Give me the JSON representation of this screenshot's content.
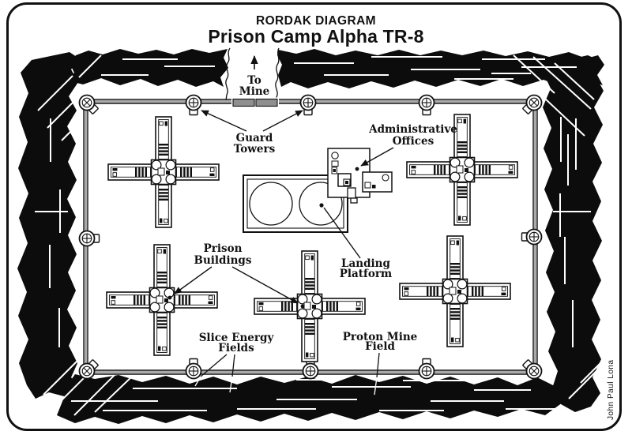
{
  "title": {
    "line1": "RORDAK DIAGRAM",
    "line2": "Prison Camp Alpha TR-8"
  },
  "labels": {
    "to_mine": [
      "To",
      "Mine"
    ],
    "guard_towers": [
      "Guard",
      "Towers"
    ],
    "administrative_offices": [
      "Administrative",
      "Offices"
    ],
    "prison_buildings": [
      "Prison",
      "Buildings"
    ],
    "landing_platform": [
      "Landing",
      "Platform"
    ],
    "slice_energy_fields": [
      "Slice Energy",
      "Fields"
    ],
    "proton_mine_field": [
      "Proton Mine",
      "Field"
    ]
  },
  "signature": "John Paul Lona",
  "colors": {
    "paper": "#ffffff",
    "ink": "#111111",
    "rock": "#0c0c0c",
    "fence": "#a9a9a9",
    "gate": "#8f8f8f"
  }
}
